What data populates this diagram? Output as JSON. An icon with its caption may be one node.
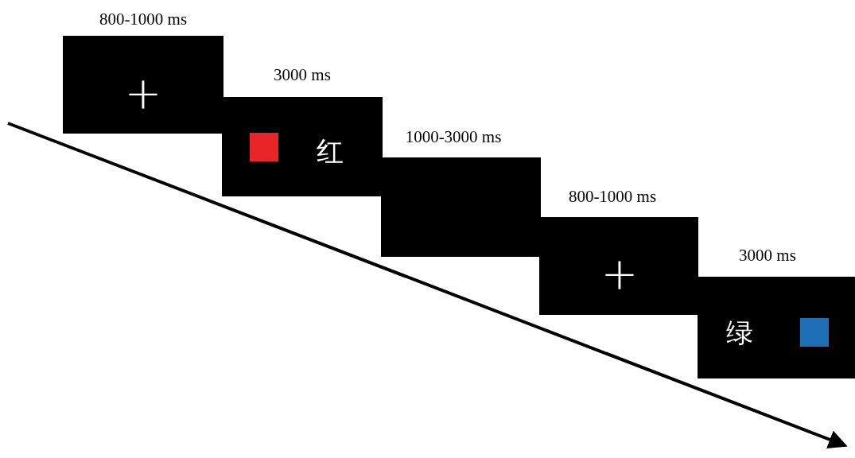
{
  "diagram": {
    "nodes": [
      {
        "text": [
          "+"
        ],
        "beside": [
          "800-1000 ms"
        ]
      },
      {
        "text": [
          "红"
        ],
        "beside": [
          "3000 ms"
        ]
      },
      {
        "text": [],
        "shape": "box",
        "in": 1
      },
      {
        "text": [],
        "shape": "box",
        "beside": [
          "1000-3000 ms"
        ]
      },
      {
        "text": [
          "+"
        ],
        "beside": [
          "800-1000 ms"
        ]
      },
      {
        "text": [
          "绿"
        ],
        "beside": [
          "3000 ms"
        ]
      },
      {
        "text": [],
        "shape": "box",
        "in": 5
      }
    ],
    "edges": []
  }
}
